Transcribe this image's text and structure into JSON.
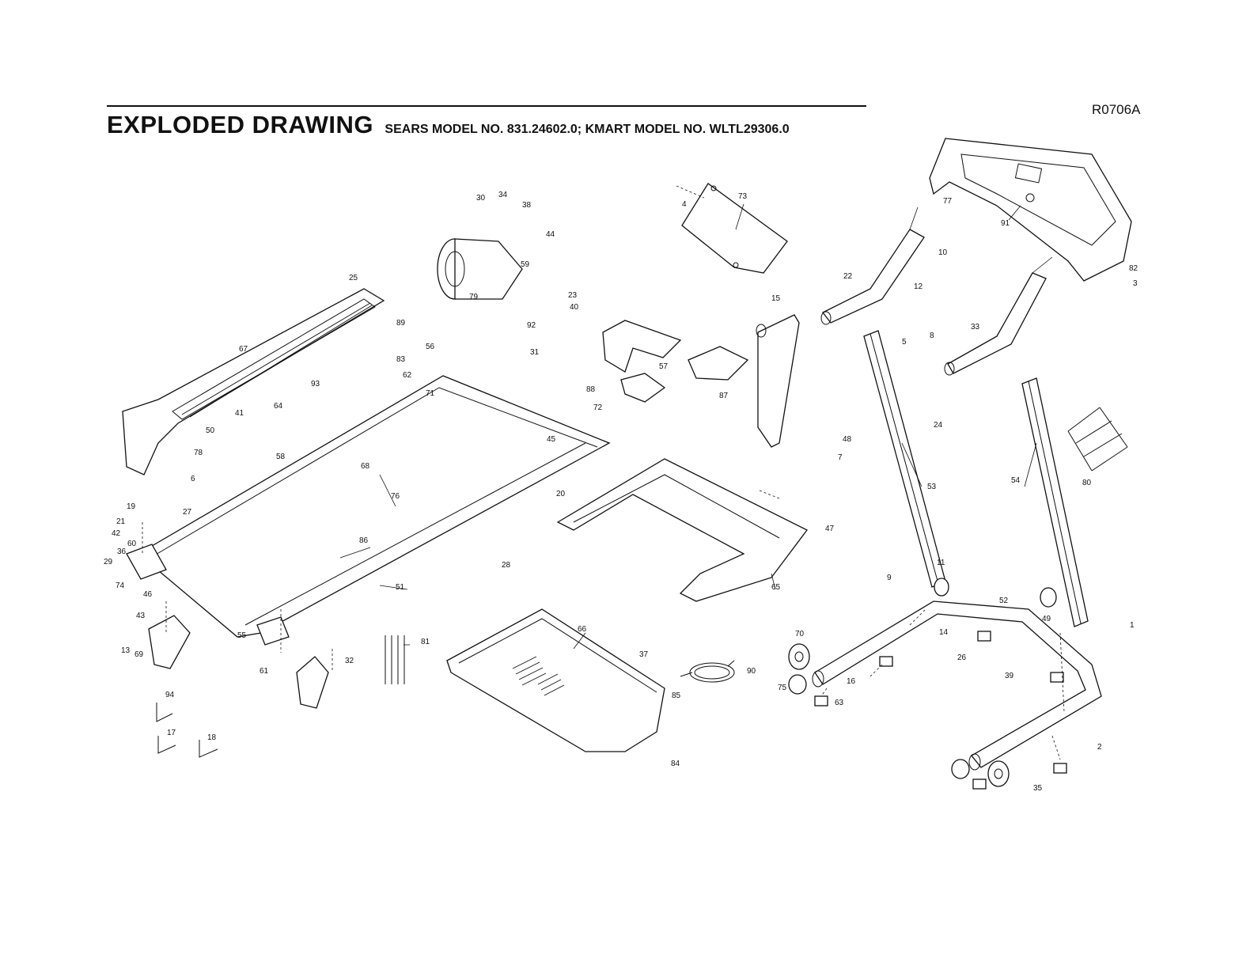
{
  "header": {
    "title": "EXPLODED DRAWING",
    "subtitle": "SEARS MODEL NO. 831.24602.0; KMART MODEL NO. WLTL29306.0",
    "drawing_code": "R0706A"
  },
  "callouts": [
    "1",
    "2",
    "3",
    "4",
    "5",
    "6",
    "7",
    "8",
    "9",
    "10",
    "11",
    "12",
    "13",
    "14",
    "15",
    "16",
    "17",
    "18",
    "19",
    "20",
    "21",
    "22",
    "23",
    "24",
    "25",
    "26",
    "27",
    "28",
    "29",
    "30",
    "31",
    "32",
    "33",
    "34",
    "35",
    "36",
    "37",
    "38",
    "39",
    "40",
    "41",
    "42",
    "43",
    "44",
    "45",
    "46",
    "47",
    "48",
    "49",
    "50",
    "51",
    "52",
    "53",
    "54",
    "55",
    "56",
    "57",
    "58",
    "59",
    "60",
    "61",
    "62",
    "63",
    "64",
    "65",
    "66",
    "67",
    "68",
    "69",
    "70",
    "71",
    "72",
    "73",
    "74",
    "75",
    "76",
    "77",
    "78",
    "79",
    "80",
    "81",
    "82",
    "83",
    "84",
    "85",
    "86",
    "87",
    "88",
    "89",
    "90",
    "91",
    "92",
    "93",
    "94"
  ]
}
